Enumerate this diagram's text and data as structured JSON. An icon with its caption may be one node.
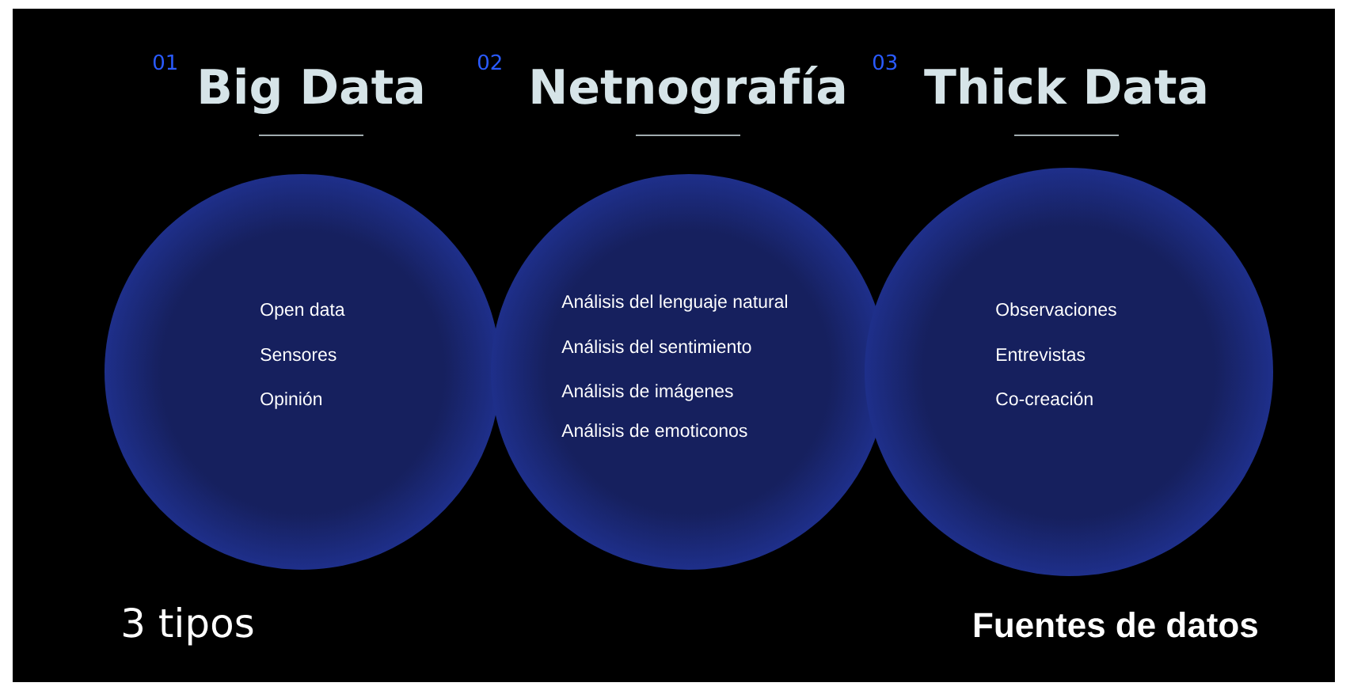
{
  "diagram": {
    "nodes": [
      {
        "text": [
          "Big Data",
          "Open data",
          "Sensores",
          "Opinión"
        ],
        "beside": [
          "01"
        ]
      },
      {
        "text": [
          "Netnografía",
          "Análisis del lenguaje natural",
          "Análisis del sentimiento",
          "Análisis de imágenes",
          "Análisis de emoticonos"
        ],
        "beside": [
          "02"
        ]
      },
      {
        "text": [
          "Thick Data",
          "Observaciones",
          "Entrevistas",
          "Co-creación"
        ],
        "beside": [
          "03"
        ]
      }
    ],
    "labels": [
      "3 tipos",
      "Fuentes de datos"
    ]
  }
}
